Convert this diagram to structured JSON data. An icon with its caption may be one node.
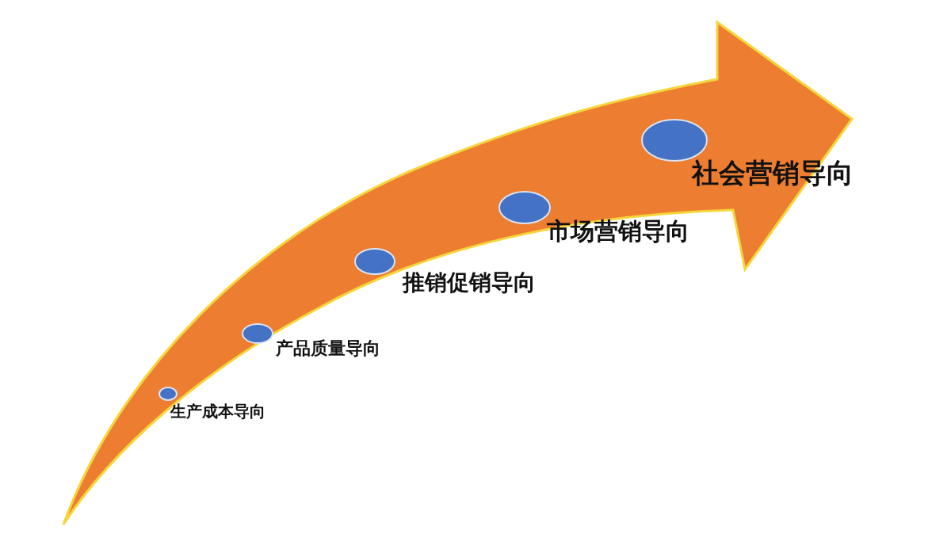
{
  "diagram": {
    "nodes": [
      {
        "text": [],
        "shape": "circle",
        "beside": [
          "生产成本导向"
        ]
      },
      {
        "text": [],
        "shape": "circle",
        "beside": [
          "产品质量导向"
        ]
      },
      {
        "text": [],
        "shape": "circle",
        "beside": [
          "推销促销导向"
        ]
      },
      {
        "text": [],
        "shape": "circle",
        "beside": [
          "市场营销导向"
        ]
      },
      {
        "text": [],
        "shape": "circle",
        "beside": [
          "社会营销导向"
        ]
      }
    ],
    "edges": []
  }
}
